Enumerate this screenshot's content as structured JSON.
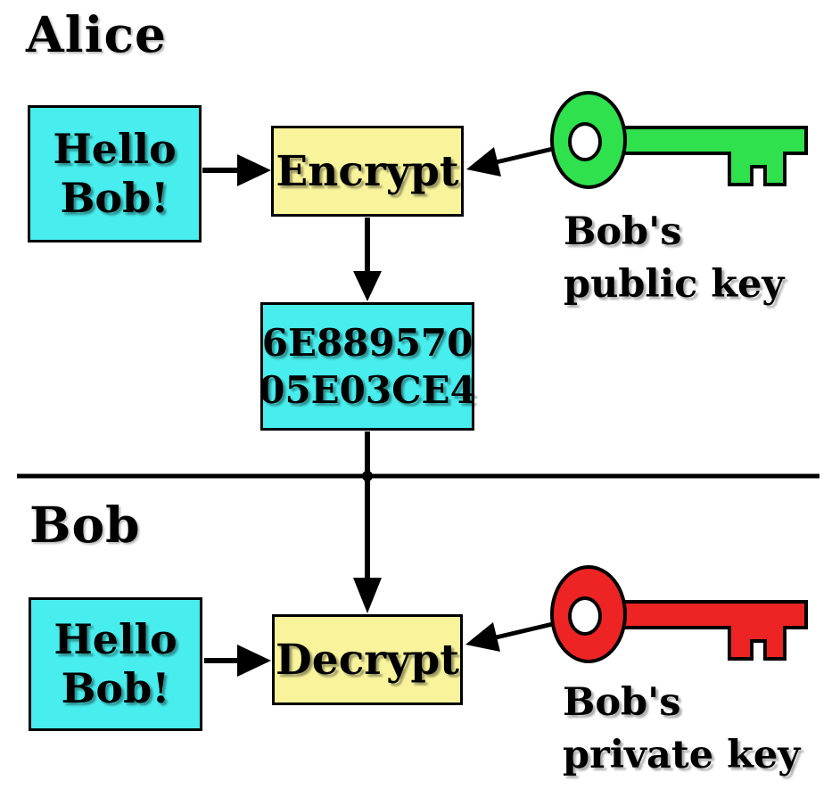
{
  "sections": {
    "alice": {
      "heading": "Alice"
    },
    "bob": {
      "heading": "Bob"
    }
  },
  "nodes": {
    "alice_plaintext": {
      "lines": [
        "Hello",
        "Bob!"
      ]
    },
    "encrypt": {
      "label": "Encrypt"
    },
    "ciphertext": {
      "lines": [
        "6E889570",
        "05E03CE4"
      ]
    },
    "decrypt": {
      "label": "Decrypt"
    },
    "bob_plaintext": {
      "lines": [
        "Hello",
        "Bob!"
      ]
    }
  },
  "keys": {
    "public": {
      "icon": "key-icon",
      "color": "#2fe14d",
      "label_lines": [
        "Bob's",
        "public key"
      ]
    },
    "private": {
      "icon": "key-icon",
      "color": "#ee2424",
      "label_lines": [
        "Bob's",
        "private key"
      ]
    }
  },
  "colors": {
    "message_box_fill": "#48eded",
    "process_box_fill": "#f9f49c",
    "outline": "#000000",
    "background": "#ffffff"
  }
}
